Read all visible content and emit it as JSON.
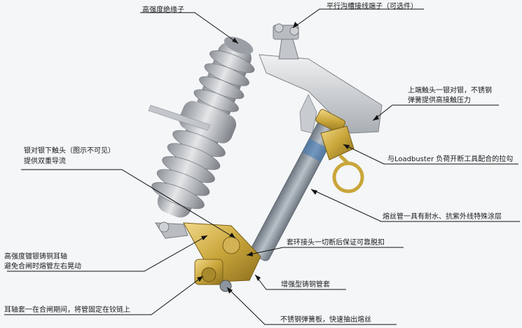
{
  "labels": {
    "insulator": "高强度绝缘子",
    "terminal": "平行沟槽接线端子（可选件）",
    "upper_contact_1": "上端触头一银对银，不锈钢",
    "upper_contact_2": "弹簧提供高接触压力",
    "loadbuster": "与Loadbuster 负荷开断工具配合的拉勾",
    "lower_contact_1": "银对银下触头（图示不可见）",
    "lower_contact_2": "提供双重导流",
    "fuse_tube": "熔丝管一具有耐水、抗紫外线特殊涂层",
    "ring_joint": "套环接头一切断后保证可靠脱扣",
    "trunnion_1": "高强度镀银铸铜耳轴",
    "trunnion_2": "避免合闸时熔管左右晃动",
    "tube_sleeve": "增强型铸铜管套",
    "ear_sleeve": "耳轴套一在合闸期间，将管固定在铰链上",
    "spring_plate": "不锈钢弹簧板，快速抽出熔丝"
  },
  "colors": {
    "porcelain": "#c9ccd0",
    "steel": "#d7dadc",
    "brass": "#c9a63a",
    "tube": "#9aa3ad",
    "background": "#f4f6f8"
  }
}
